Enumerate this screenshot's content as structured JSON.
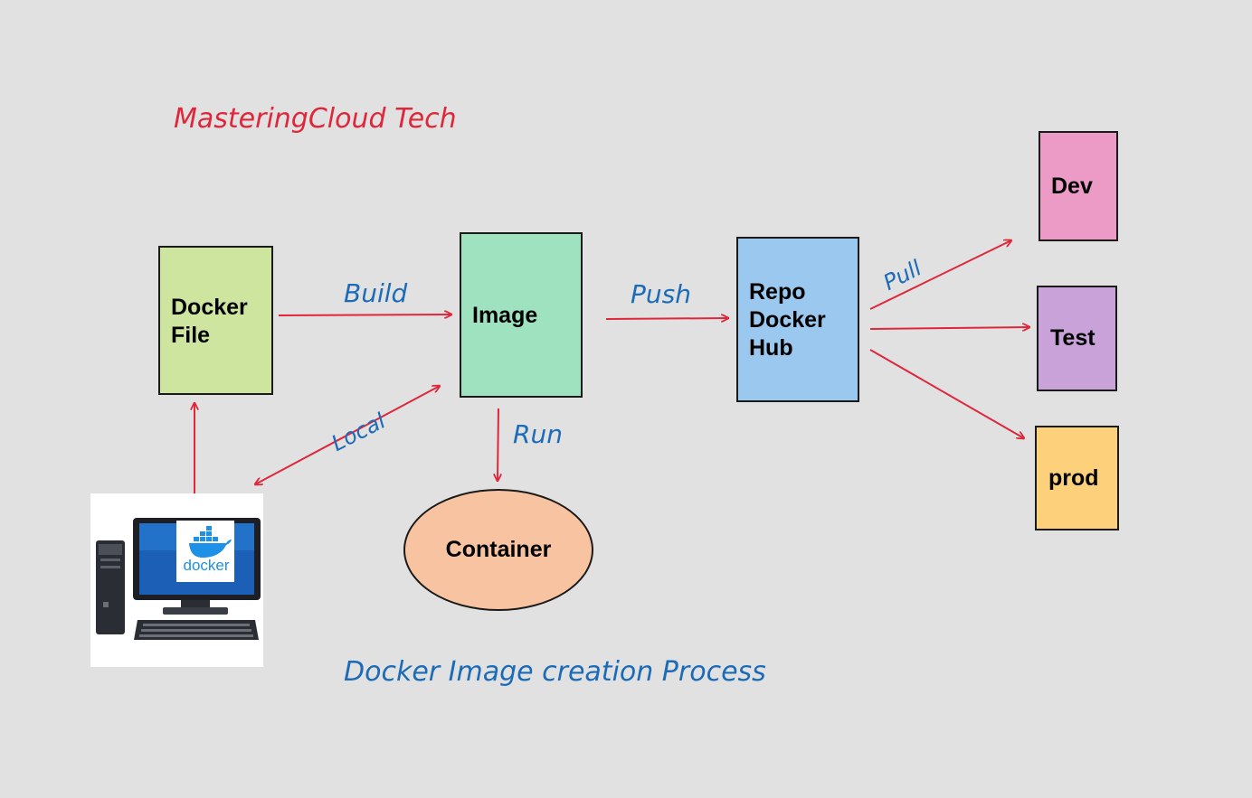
{
  "diagram": {
    "brand": "MasteringCloud Tech",
    "caption": "Docker Image creation Process",
    "nodes": {
      "docker_file": {
        "lines": [
          "Docker",
          "File"
        ],
        "color": "#cde59f"
      },
      "image": {
        "lines": [
          "Image"
        ],
        "color": "#9fe2bf"
      },
      "repo": {
        "lines": [
          "Repo",
          "Docker",
          "Hub"
        ],
        "color": "#9ac8ef"
      },
      "container": {
        "lines": [
          "Container"
        ],
        "color": "#f8c3a0"
      },
      "dev": {
        "lines": [
          "Dev"
        ],
        "color": "#ec9ac6"
      },
      "test": {
        "lines": [
          "Test"
        ],
        "color": "#c8a2d8"
      },
      "prod": {
        "lines": [
          "prod"
        ],
        "color": "#fdd07c"
      }
    },
    "edges": {
      "build": "Build",
      "push": "Push",
      "run": "Run",
      "local": "Local",
      "pull": "Pull"
    },
    "computer": {
      "logo_text": "docker",
      "icon": "desktop-computer-icon",
      "logo_icon": "docker-whale-icon"
    },
    "colors": {
      "arrow": "#e0263a",
      "label_blue": "#1b6bb8",
      "label_red": "#e0263a"
    }
  }
}
